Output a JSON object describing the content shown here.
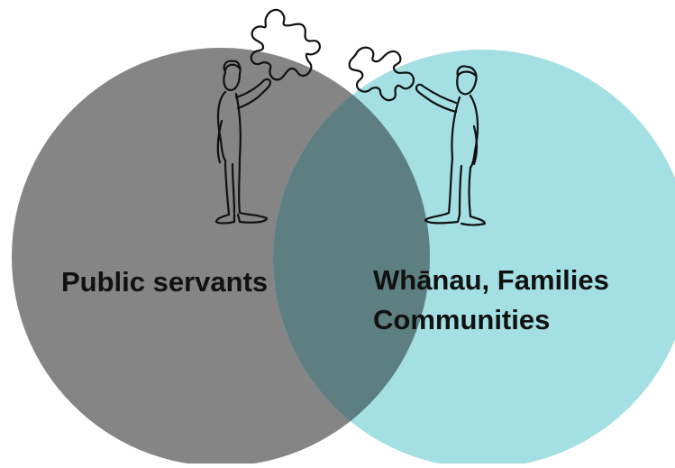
{
  "diagram": {
    "type": "venn",
    "sets": [
      {
        "label": "Public servants",
        "color": "#858585"
      },
      {
        "label_line1": "Whānau, Families",
        "label_line2": "Communities",
        "color": "#a3dfe3"
      }
    ],
    "overlap_color": "#5e7f82",
    "illustration": {
      "left_figure": "person-holding-puzzle-piece-icon",
      "right_figure": "person-holding-puzzle-piece-icon"
    }
  }
}
